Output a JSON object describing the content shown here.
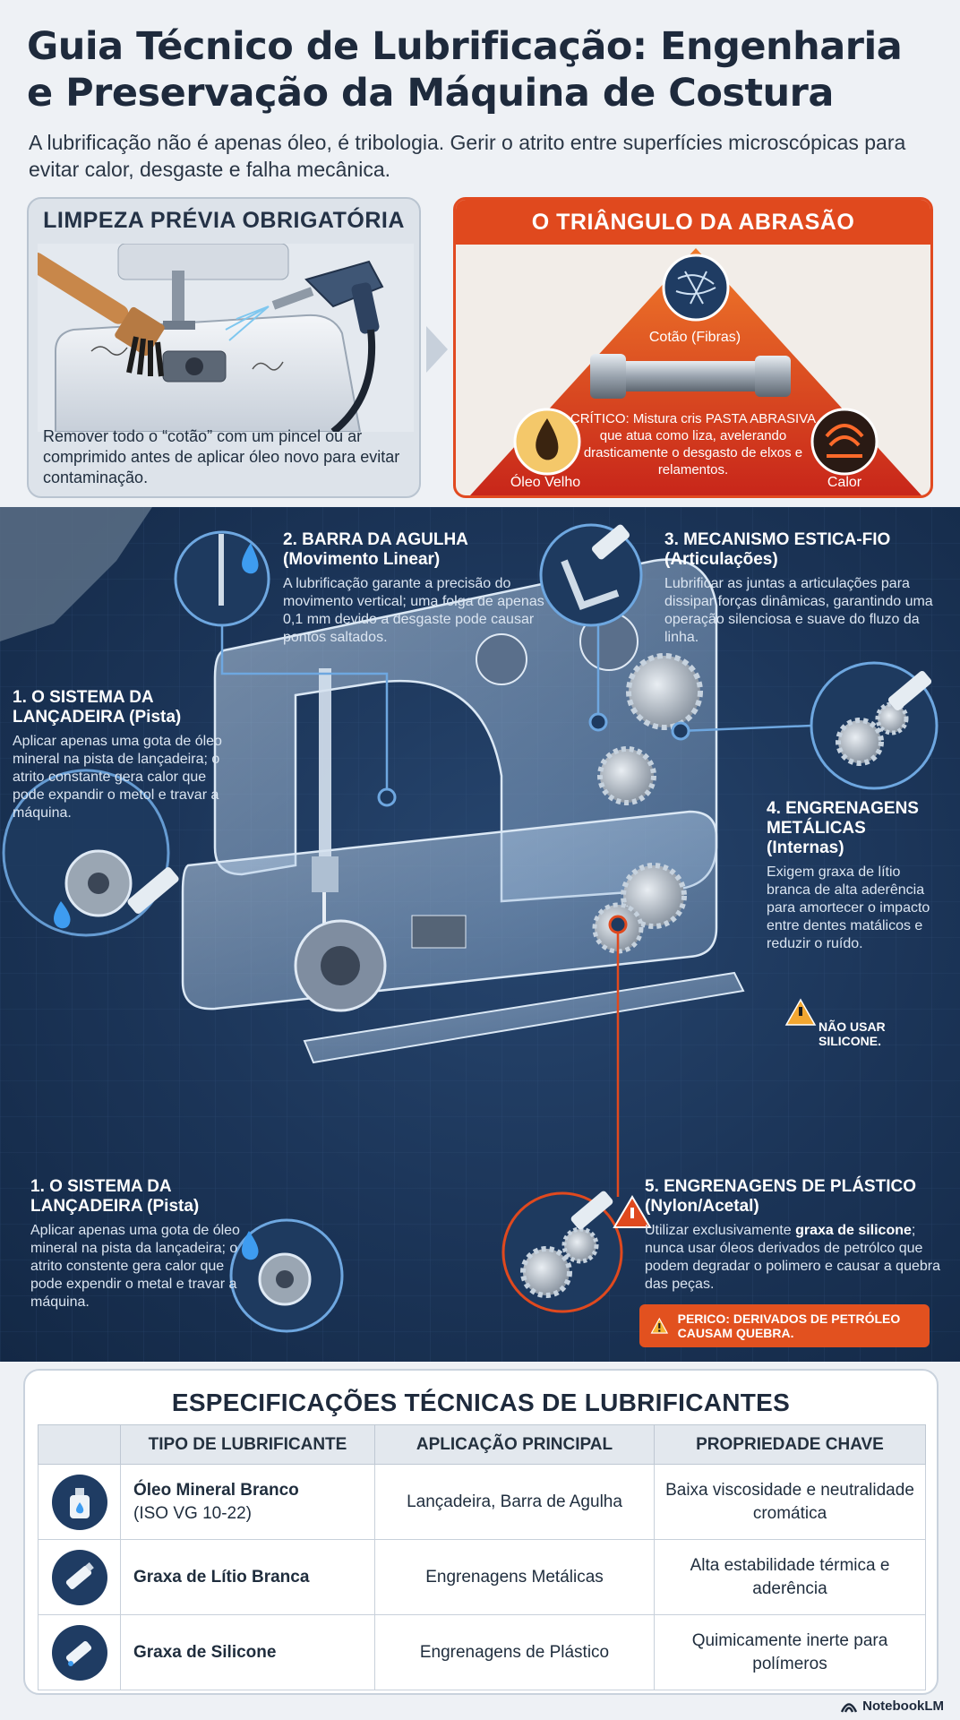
{
  "header": {
    "title": "Guia Técnico de Lubrificação: Engenharia e Preservação da Máquina de Costura",
    "subtitle": "A lubrificação não é apenas óleo, é tribologia. Gerir o atrito entre superfícies microscópicas para evitar calor, desgaste e falha mecânica."
  },
  "cleaning": {
    "title": "LIMPEZA PRÉVIA OBRIGATÓRIA",
    "text": "Remover todo o “cotão” com um pincel ou ar comprimido antes de aplicar óleo novo para evitar contaminação."
  },
  "triangle": {
    "title": "O TRIÂNGULO DA ABRASÃO",
    "top_label": "Cotão (Fibras)",
    "left_label": "Óleo Velho",
    "right_label": "Calor",
    "critical": "CRÍTICO: Mistura cris PASTA ABRASIVA que atua como liza, avelerando drasticamente o desgasto de elxos e relamentos."
  },
  "callouts": {
    "c1_top": {
      "title": "1.  O SISTEMA DA LANÇADEIRA (Pista)",
      "body": "Aplicar apenas uma gota de óleo mineral na pista de lançadeira; o atrito constante gera calor que pode expandir o metol e travar a máquina."
    },
    "c2": {
      "title": "2. BARRA DA AGULHA (Movimento Linear)",
      "body": "A lubrificação garante a precisão do movimento vertical; uma folga de apenas 0,1 mm devido a desgaste pode causar pontos saltados."
    },
    "c3": {
      "title": "3. MECANISMO ESTICA-FIO (Articulações)",
      "body": "Lubrificar as juntas a articulações para dissipar forças dinâmicas, garantindo uma operação silenciosa e suave do fluzo da linha."
    },
    "c4": {
      "title": "4. ENGRENAGENS METÁLICAS (Internas)",
      "body": "Exigem graxa de lítio branca de alta aderência para amortecer o impacto entre dentes matálicos e reduzir o ruído.",
      "warning": "NÃO USAR SILICONE."
    },
    "c1_bottom": {
      "title": "1. O SISTEMA DA LANÇADEIRA (Pista)",
      "body": "Aplicar apenas uma gota de óleo mineral na pista da lançadeira; o atrito constente gera calor que pode expendir o metal e travar a máquina."
    },
    "c5": {
      "title": "5. ENGRENAGENS DE PLÁSTICO (Nylon/Acetal)",
      "body_pre": "Utilizar exclusivamente ",
      "body_bold": "graxa de silicone",
      "body_post": "; nunca usar óleos derivados de petrólco que podem degradar o polimero e causar a quebra das peças.",
      "warning": "PERICO: DERIVADOS DE PETRÓLEO CAUSAM QUEBRA."
    }
  },
  "table": {
    "title": "ESPECIFICAÇÕES TÉCNICAS DE LUBRIFICANTES",
    "headers": [
      "TIPO DE LUBRIFICANTE",
      "APLICAÇÃO PRINCIPAL",
      "PROPRIEDADE CHAVE"
    ],
    "rows": [
      {
        "icon": "oil-bottle-icon",
        "name": "Óleo Mineral Branco",
        "name_sub": "(ISO VG 10-22)",
        "application": "Lançadeira, Barra de Agulha",
        "property": "Baixa viscosidade e neutralidade cromática"
      },
      {
        "icon": "grease-tube-icon",
        "name": "Graxa de Lítio Branca",
        "name_sub": "",
        "application": "Engrenagens Metálicas",
        "property": "Alta estabilidade térmica e aderência"
      },
      {
        "icon": "silicone-tube-icon",
        "name": "Graxa de Silicone",
        "name_sub": "",
        "application": "Engrenagens de Plástico",
        "property": "Quimicamente inerte para polímeros"
      }
    ]
  },
  "footer": {
    "brand": "NotebookLM"
  },
  "colors": {
    "accent": "#e0491e",
    "navy": "#1b3457",
    "callout_blue": "#6ea7e0"
  }
}
